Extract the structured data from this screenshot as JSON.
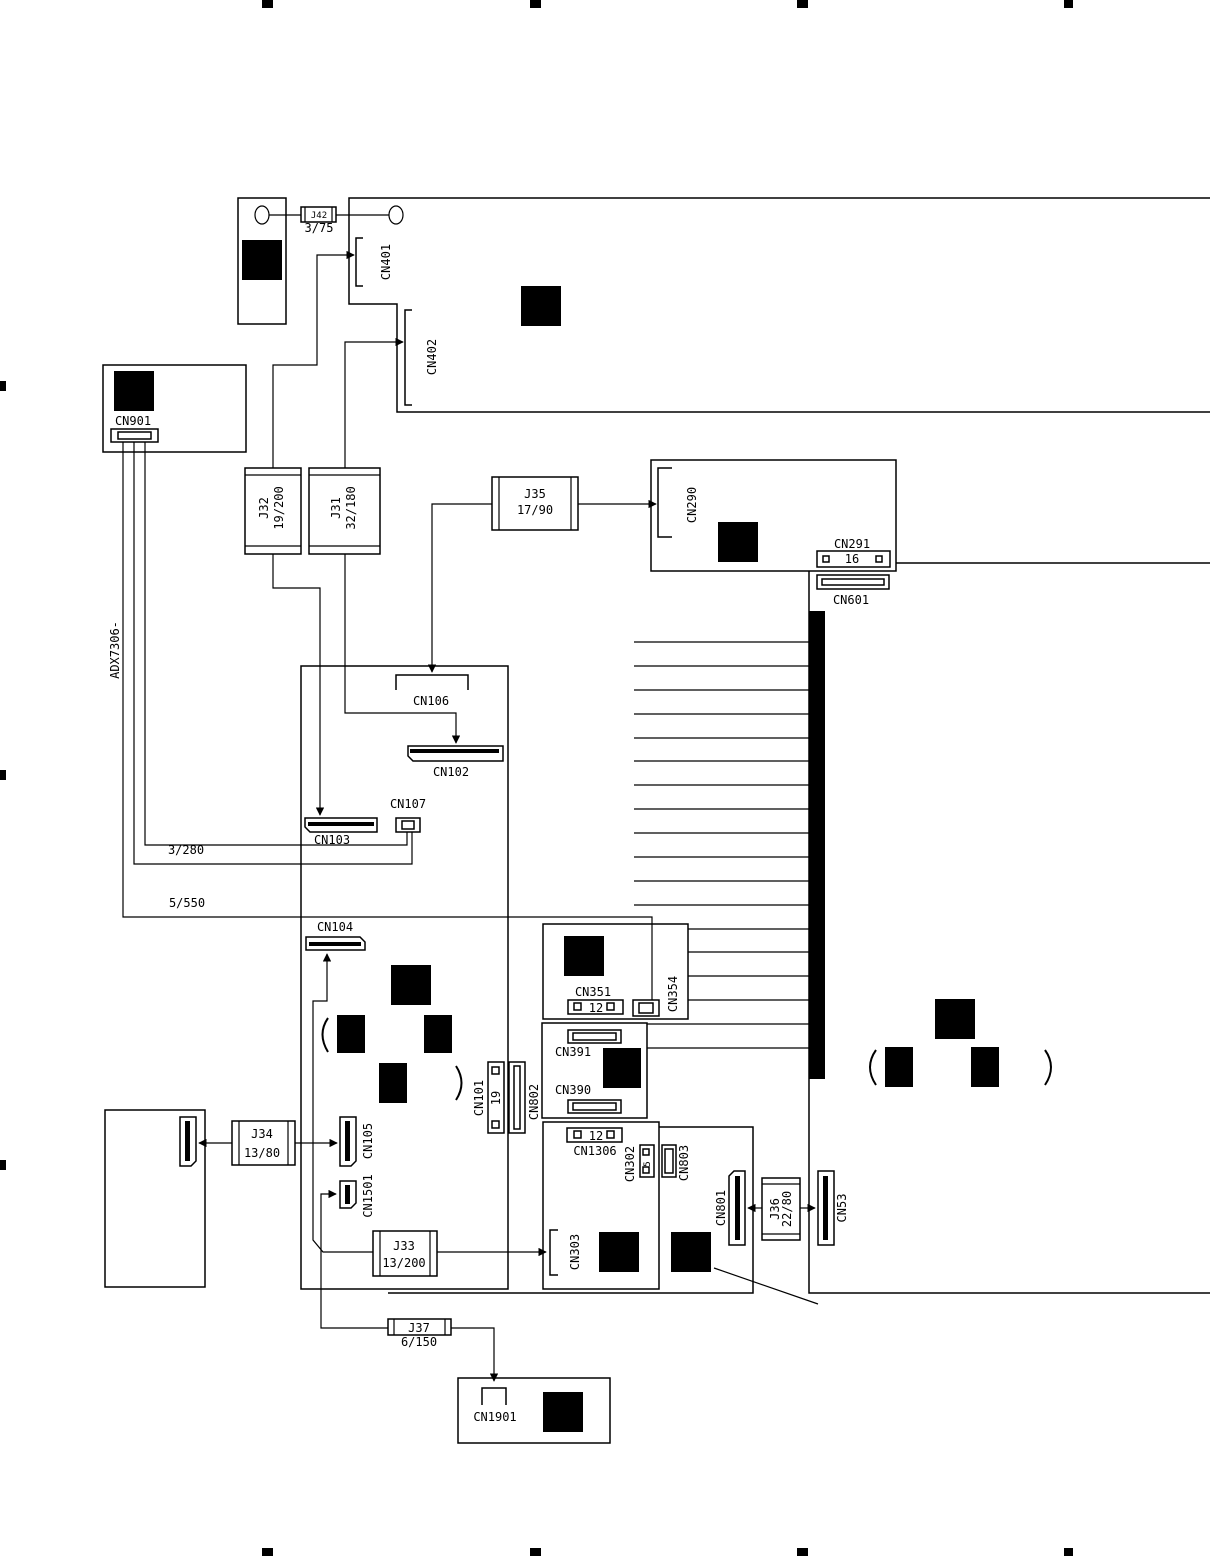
{
  "part_number": "ADX7306-",
  "connectors": {
    "cn401": "CN401",
    "cn402": "CN402",
    "cn901": "CN901",
    "cn290": "CN290",
    "cn291": "CN291",
    "cn601": "CN601",
    "cn106": "CN106",
    "cn102": "CN102",
    "cn107": "CN107",
    "cn103": "CN103",
    "cn104": "CN104",
    "cn351": "CN351",
    "cn354": "CN354",
    "cn391": "CN391",
    "cn390": "CN390",
    "cn101": "CN101",
    "cn802": "CN802",
    "cn105": "CN105",
    "cn1501": "CN1501",
    "cn1306": "CN1306",
    "cn302": "CN302",
    "cn803": "CN803",
    "cn801": "CN801",
    "cn53": "CN53",
    "cn303": "CN303",
    "cn1901": "CN1901"
  },
  "pin_counts": {
    "cn291": "16",
    "cn351": "12",
    "cn101": "19",
    "cn1306": "12",
    "cn302": "5"
  },
  "jumpers": [
    {
      "name": "J42",
      "spec": "3/75"
    },
    {
      "name": "J32",
      "spec": "19/200"
    },
    {
      "name": "J31",
      "spec": "32/180"
    },
    {
      "name": "J35",
      "spec": "17/90"
    },
    {
      "name": "J34",
      "spec": "13/80"
    },
    {
      "name": "J33",
      "spec": "13/200"
    },
    {
      "name": "J36",
      "spec": "22/80"
    },
    {
      "name": "J37",
      "spec": "6/150"
    }
  ],
  "wire_labels": {
    "w1": "3/280",
    "w2": "5/550"
  }
}
